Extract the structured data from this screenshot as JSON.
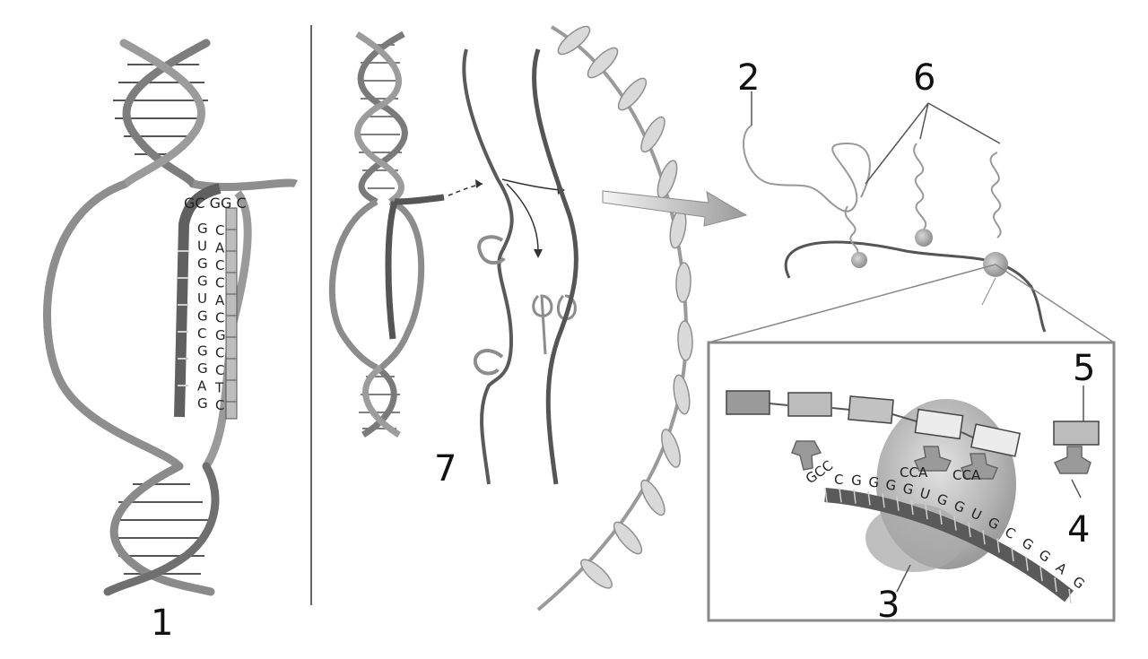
{
  "labels": {
    "l1": "1",
    "l2": "2",
    "l3": "3",
    "l4": "4",
    "l5": "5",
    "l6": "6",
    "l7": "7"
  },
  "bases": {
    "dna_top": "GC GG C",
    "rna_left": [
      "G",
      "U",
      "G",
      "G",
      "U",
      "G",
      "C",
      "G",
      "G",
      "A",
      "G"
    ],
    "dna_right": [
      "C",
      "A",
      "C",
      "C",
      "A",
      "C",
      "G",
      "C",
      "C",
      "T",
      "C"
    ],
    "codon_partial": "GCC",
    "mrna": [
      "C",
      "G",
      "G",
      "G",
      "G",
      "U",
      "G",
      "G",
      "U",
      "G",
      "C",
      "G",
      "G",
      "A",
      "G"
    ],
    "anticodon_1": "CCA",
    "anticodon_2": "CCA"
  },
  "colors": {
    "strand": "#8c8c8c",
    "strand_dark": "#5a5a5a",
    "rna_dark": "#444444",
    "box_fill": "#c8c8c8",
    "ribosome": "#b5b5b5"
  }
}
